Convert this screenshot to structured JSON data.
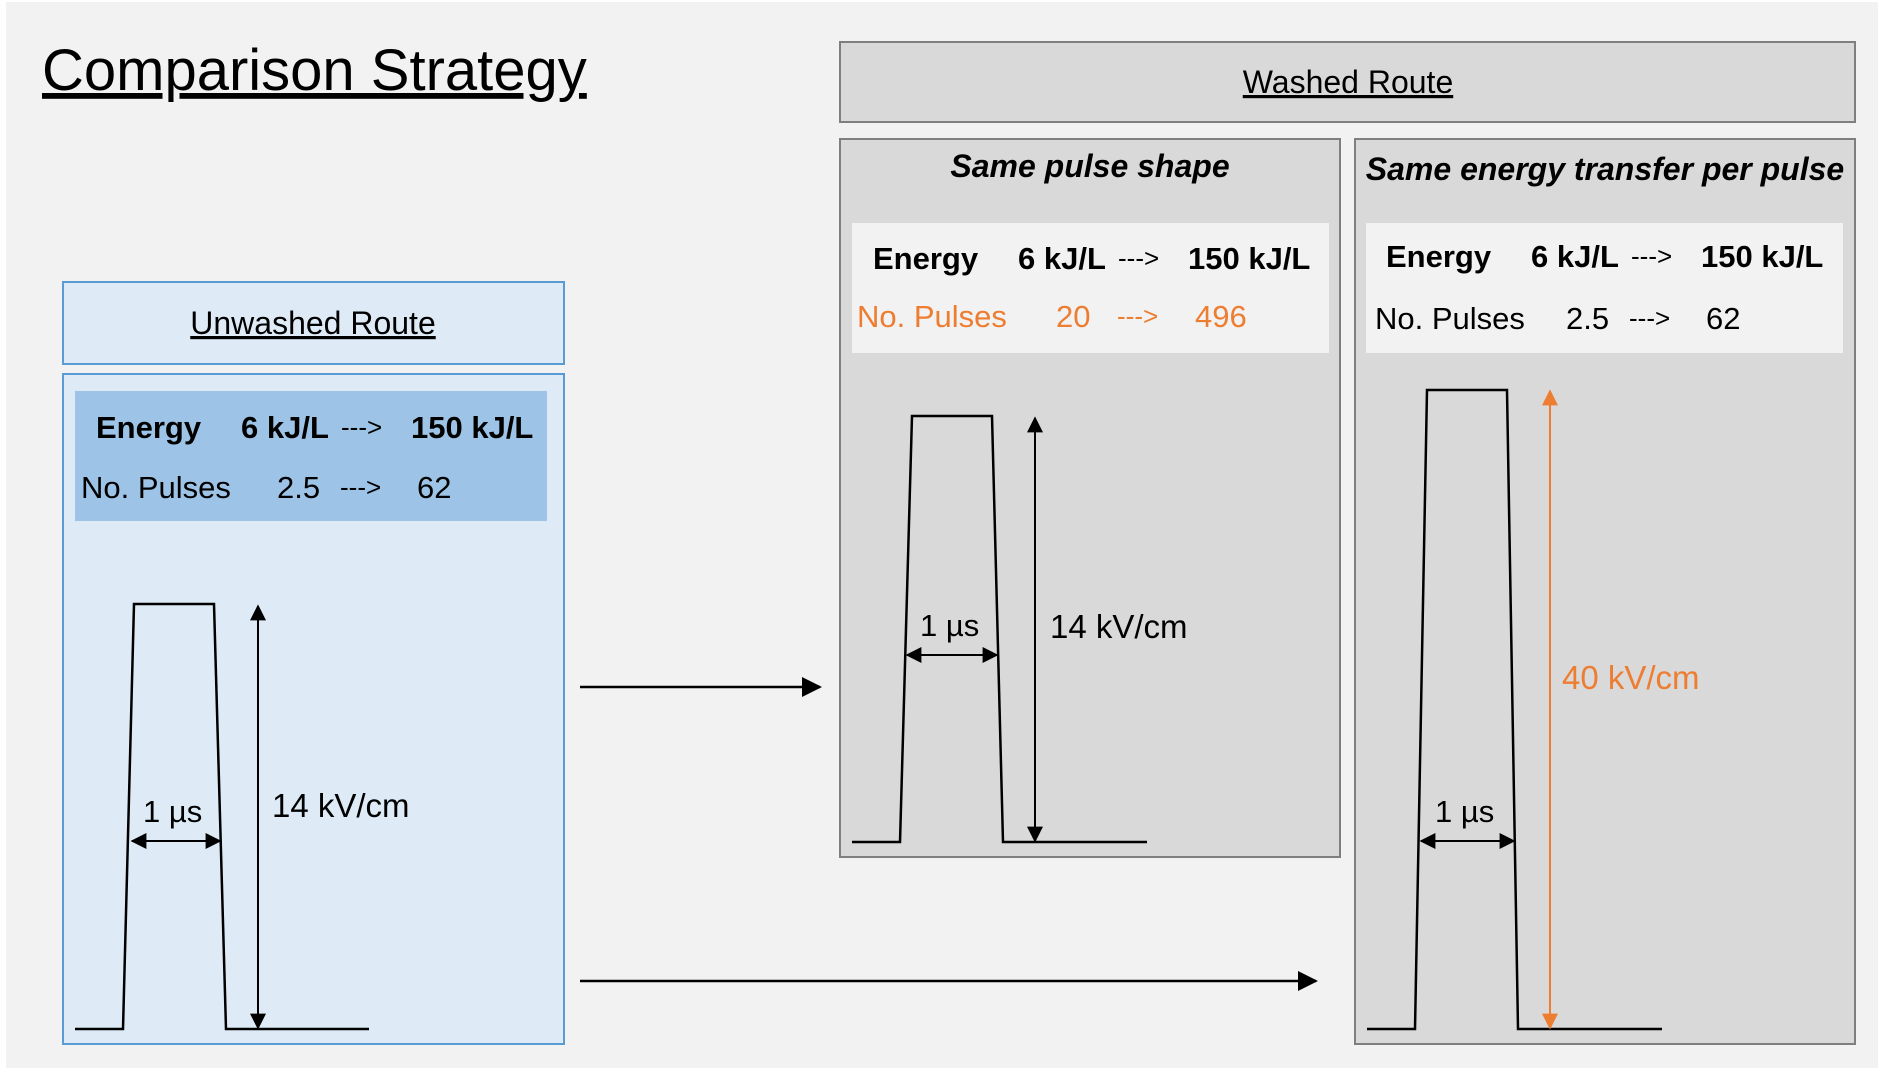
{
  "title": "Comparison Strategy",
  "colors": {
    "accent": "#ED7D31",
    "blue_fill": "#DEEBF7",
    "blue_header": "#9DC3E6",
    "blue_border": "#5B9BD5",
    "gray_fill": "#D9D9D9",
    "gray_border": "#7F7F7F",
    "page_bg": "#F2F2F2"
  },
  "unwashed": {
    "header": "Unwashed Route",
    "energy_label": "Energy",
    "energy_from": "6 kJ/L",
    "energy_arrow": "--->",
    "energy_to": "150 kJ/L",
    "pulses_label": "No. Pulses",
    "pulses_from": "2.5",
    "pulses_arrow": "--->",
    "pulses_to": "62",
    "width_label": "1 µs",
    "height_label": "14 kV/cm"
  },
  "washed": {
    "header": "Washed Route",
    "same_shape": {
      "title": "Same pulse shape",
      "energy_label": "Energy",
      "energy_from": "6 kJ/L",
      "energy_arrow": "--->",
      "energy_to": "150 kJ/L",
      "pulses_label": "No. Pulses",
      "pulses_from": "20",
      "pulses_arrow": "--->",
      "pulses_to": "496",
      "width_label": "1 µs",
      "height_label": "14 kV/cm"
    },
    "same_energy": {
      "title": "Same energy transfer per pulse",
      "energy_label": "Energy",
      "energy_from": "6 kJ/L",
      "energy_arrow": "--->",
      "energy_to": "150 kJ/L",
      "pulses_label": "No. Pulses",
      "pulses_from": "2.5",
      "pulses_arrow": "--->",
      "pulses_to": "62",
      "width_label": "1 µs",
      "height_label": "40 kV/cm"
    }
  }
}
